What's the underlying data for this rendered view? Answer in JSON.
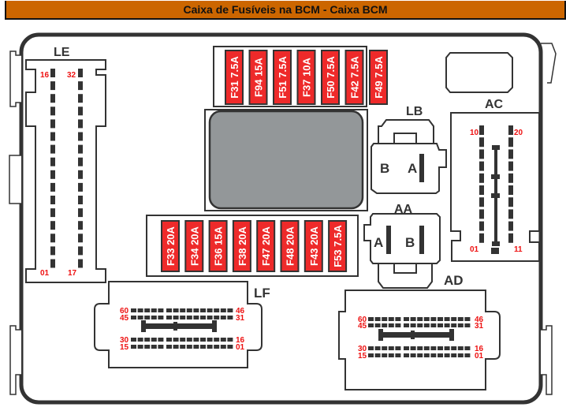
{
  "title": "Caixa de Fusíveis na BCM - Caixa BCM",
  "colors": {
    "title_bg": "#cc6600",
    "fuse_fill": "#ee2a2a",
    "pin_number": "#ee1111",
    "outline": "#333333",
    "relay_fill": "#939799"
  },
  "top_fuses": [
    {
      "id": "F31",
      "rating": "7.5A",
      "label": "F31 7.5A"
    },
    {
      "id": "F94",
      "rating": "15A",
      "label": "F94 15A"
    },
    {
      "id": "F51",
      "rating": "7.5A",
      "label": "F51 7.5A"
    },
    {
      "id": "F37",
      "rating": "10A",
      "label": "F37 10A"
    },
    {
      "id": "F50",
      "rating": "7.5A",
      "label": "F50 7.5A"
    },
    {
      "id": "F42",
      "rating": "7.5A",
      "label": "F42 7.5A"
    },
    {
      "id": "F49",
      "rating": "7.5A",
      "label": "F49 7.5A"
    }
  ],
  "bottom_fuses": [
    {
      "id": "F33",
      "rating": "20A",
      "label": "F33 20A"
    },
    {
      "id": "F34",
      "rating": "20A",
      "label": "F34 20A"
    },
    {
      "id": "F36",
      "rating": "15A",
      "label": "F36 15A"
    },
    {
      "id": "F38",
      "rating": "20A",
      "label": "F38 20A"
    },
    {
      "id": "F47",
      "rating": "20A",
      "label": "F47 20A"
    },
    {
      "id": "F48",
      "rating": "20A",
      "label": "F48 20A"
    },
    {
      "id": "F43",
      "rating": "20A",
      "label": "F43 20A"
    },
    {
      "id": "F53",
      "rating": "7.5A",
      "label": "F53 7.5A"
    }
  ],
  "connectors": {
    "LE": {
      "name": "LE",
      "pins_per_column": 16,
      "pin_labels": {
        "top_left": "16",
        "top_right": "32",
        "bottom_left": "01",
        "bottom_right": "17"
      }
    },
    "LB": {
      "name": "LB",
      "terminals": [
        "B",
        "A"
      ]
    },
    "AA": {
      "name": "AA",
      "terminals": [
        "A",
        "B"
      ]
    },
    "AC": {
      "name": "AC",
      "pins_per_column": 10,
      "pin_labels": {
        "top_left": "10",
        "top_right": "20",
        "bottom_left": "01",
        "bottom_right": "11"
      }
    },
    "LF": {
      "name": "LF",
      "pins_per_row": 15,
      "pin_labels": {
        "row1_left": "60",
        "row1_right": "46",
        "row2_left": "45",
        "row2_right": "31",
        "row3_left": "30",
        "row3_right": "16",
        "row4_left": "15",
        "row4_right": "01"
      }
    },
    "AD": {
      "name": "AD",
      "pins_per_row": 15,
      "pin_labels": {
        "row1_left": "60",
        "row1_right": "46",
        "row2_left": "45",
        "row2_right": "31",
        "row3_left": "30",
        "row3_right": "16",
        "row4_left": "15",
        "row4_right": "01"
      }
    }
  }
}
